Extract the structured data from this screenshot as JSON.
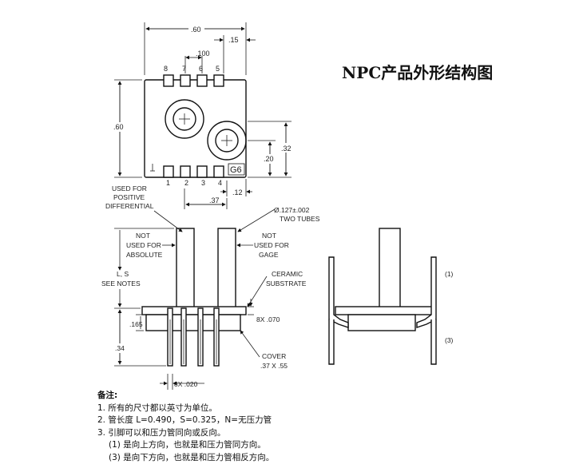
{
  "title": "NPC产品外形结构图",
  "top_view": {
    "width_dim": ".60",
    "right_offset_dim": ".15",
    "pin_pitch_dim": ".100",
    "height_dim": ".60",
    "port_offset_dim": ".32",
    "port2_offset_dim": ".20",
    "bottom_right_dim": ".12",
    "port_spacing_dim": ".37",
    "top_pins": [
      "8",
      "7",
      "6",
      "5"
    ],
    "bottom_pins": [
      "1",
      "2",
      "3",
      "4"
    ],
    "marking": "G6"
  },
  "side_view": {
    "used_for_positive": [
      "USED FOR",
      "POSITIVE",
      "DIFFERENTIAL"
    ],
    "tube_dim": [
      "Ø.127±.002",
      "TWO TUBES"
    ],
    "not_used_absolute": [
      "NOT",
      "USED FOR",
      "ABSOLUTE"
    ],
    "not_used_gage": [
      "NOT",
      "USED FOR",
      "GAGE"
    ],
    "ls_note": [
      "L, S",
      "SEE NOTES"
    ],
    "ceramic": [
      "CERAMIC",
      "SUBSTRATE"
    ],
    "pin_count_dim": "8X .070",
    "h165": ".165",
    "h34": ".34",
    "cover": [
      "COVER",
      ".37 X .55"
    ],
    "pin_width_dim": "8X .020"
  },
  "right_view": {
    "label_1": "(1)",
    "label_3": "(3)"
  },
  "notes": {
    "heading": "备注:",
    "lines": [
      "1. 所有的尺寸都以英寸为单位。",
      "2. 管长度 L=0.490，S=0.325，N=无压力管",
      "3. 引脚可以和压力管同向或反向。"
    ],
    "sub_lines": [
      "(1)  是向上方向，也就是和压力管同方向。",
      "(3)  是向下方向，也就是和压力管相反方向。"
    ]
  }
}
